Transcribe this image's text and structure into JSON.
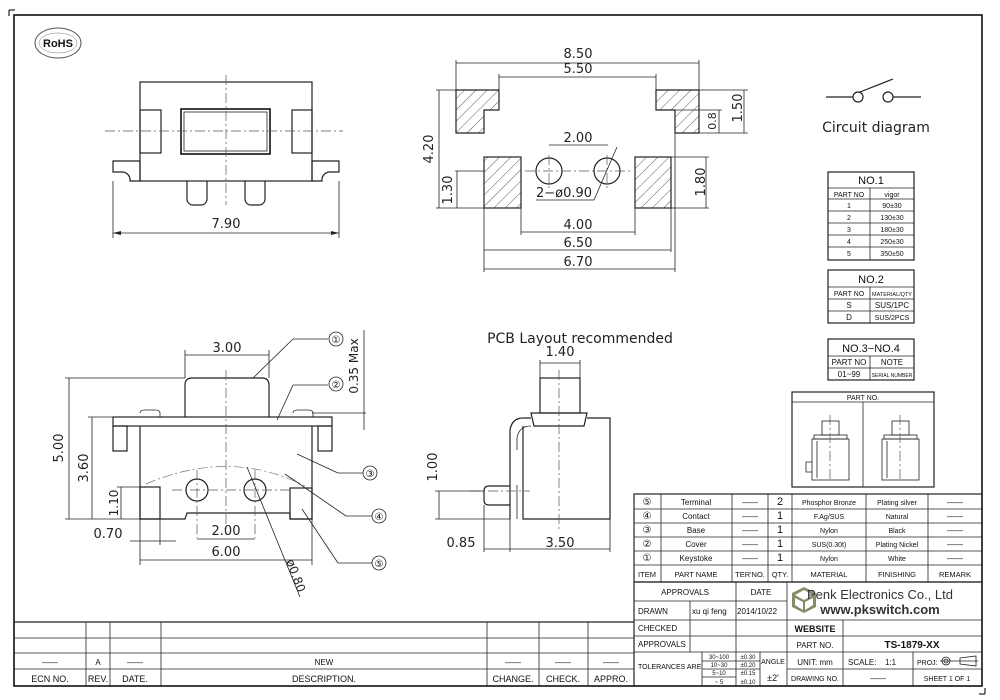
{
  "rohs_badge": "RoHS",
  "top_view": {
    "dim_width": "7.90"
  },
  "pcb_view": {
    "dims": {
      "overall_width": "8.50",
      "inner_width": "5.50",
      "height": "4.20",
      "pad_top_h": "1.50",
      "pad_notch_h": "0.8",
      "hole_pitch": "2.00",
      "hole_callout": "2−ø0.90",
      "pad_h_left": "1.30",
      "pad_h_right": "1.80",
      "inner_pad_gap": "4.00",
      "pad_span": "6.50",
      "outer_span": "6.70"
    },
    "title": "PCB Layout recommended"
  },
  "circuit": {
    "label": "Circuit diagram"
  },
  "front_view": {
    "dims": {
      "actuator_w": "3.00",
      "stroke": "0.35 Max",
      "total_h": "5.00",
      "body_h": "3.60",
      "leg_h": "1.10",
      "leg_w": "0.70",
      "hole_pitch": "2.00",
      "body_w": "6.00",
      "hole_dia": "ø0.80"
    },
    "balloons": [
      "①",
      "②",
      "③",
      "④",
      "⑤"
    ]
  },
  "side_view": {
    "dims": {
      "actuator_w": "1.40",
      "pin_h": "1.00",
      "pin_len": "0.85",
      "body_w": "3.50"
    }
  },
  "table_no1": {
    "title": "NO.1",
    "headers": [
      "PART NO",
      "vigor"
    ],
    "rows": [
      [
        "1",
        "90±30"
      ],
      [
        "2",
        "130±30"
      ],
      [
        "3",
        "180±30"
      ],
      [
        "4",
        "250±30"
      ],
      [
        "5",
        "350±50"
      ]
    ]
  },
  "table_no2": {
    "title": "NO.2",
    "headers": [
      "PART NO",
      "MATERIAL/QTY"
    ],
    "rows": [
      [
        "S",
        "SUS/1PC"
      ],
      [
        "D",
        "SUS/2PCS"
      ]
    ]
  },
  "table_no34": {
    "title": "NO.3−NO.4",
    "headers": [
      "PART NO",
      "NOTE"
    ],
    "rows": [
      [
        "01~99",
        "SERIAL NUMBER"
      ]
    ]
  },
  "part_no_box": {
    "title": "PART NO."
  },
  "bom": {
    "headers": [
      "ITEM",
      "PART NAME",
      "TER'NO.",
      "QTY.",
      "MATERIAL",
      "FINISHING",
      "REMARK"
    ],
    "rows": [
      [
        "⑤",
        "Terminal",
        "——",
        "2",
        "Phosphor Bronze",
        "Plating silver",
        "——"
      ],
      [
        "④",
        "Contact",
        "——",
        "1",
        "F.Ag/SUS",
        "Natural",
        "——"
      ],
      [
        "③",
        "Base",
        "——",
        "1",
        "Nylon",
        "Black",
        "——"
      ],
      [
        "②",
        "Cover",
        "——",
        "1",
        "SUS(0.30t)",
        "Plating Nickel",
        "——"
      ],
      [
        "①",
        "Keystoke",
        "——",
        "1",
        "Nylon",
        "White",
        "——"
      ]
    ]
  },
  "title_block": {
    "approvals_header": "APPROVALS",
    "date_header": "DATE",
    "drawn_label": "DRAWN",
    "drawn_by": "xu qi feng",
    "drawn_date": "2014/10/22",
    "checked_label": "CHECKED",
    "approvals_label": "APPROVALS",
    "tolerances_label": "TOLERANCES ARE",
    "tolerances": [
      [
        "30~100",
        "±0.30"
      ],
      [
        "10~30",
        "±0.20"
      ],
      [
        "5~10",
        "±0.15"
      ],
      [
        "~ 5",
        "±0.10"
      ]
    ],
    "angle_label": "ANGLE",
    "angle_value": "±2'",
    "company": "Penk Electronics Co., Ltd",
    "website_url": "www.pkswitch.com",
    "website_label": "WEBSITE",
    "part_no_label": "PART NO.",
    "part_no_value": "TS-1879-XX",
    "unit_label": "UNIT: mm",
    "scale_label": "SCALE:",
    "scale_value": "1:1",
    "proj_label": "PROJ:",
    "drawing_no_label": "DRAWING NO.",
    "drawing_no_value": "——",
    "sheet_label": "SHEET 1 OF 1",
    "logo_color": "#7a7a5a"
  },
  "revision_block": {
    "headers": [
      "ECN NO.",
      "REV.",
      "DATE.",
      "DESCRIPTION.",
      "CHANGE.",
      "CHECK.",
      "APPRO."
    ],
    "row": [
      "——",
      "A",
      "——",
      "NEW",
      "——",
      "——",
      "——"
    ]
  }
}
